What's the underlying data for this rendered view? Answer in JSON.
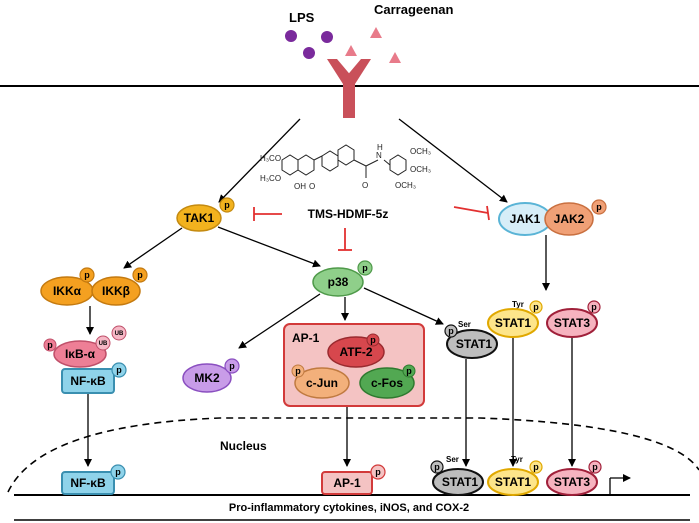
{
  "ligands": {
    "lps": "LPS",
    "carrageenan": "Carrageenan"
  },
  "drug": "TMS-HDMF-5z",
  "structure_text": {
    "n": "N",
    "h": "H",
    "o": "O",
    "h3co": "H₃CO",
    "och3": "OCH₃",
    "oh": "OH"
  },
  "nodes": {
    "tak1": "TAK1",
    "jak1": "JAK1",
    "jak2": "JAK2",
    "ikka": "IKKα",
    "ikkb": "IKKβ",
    "ikba": "IκB-α",
    "nfkb": "NF-κB",
    "nfkb_nuclear": "NF-κB",
    "p38": "p38",
    "mk2": "MK2",
    "ap1_group": "AP-1",
    "atf2": "ATF-2",
    "cjun": "c-Jun",
    "cfos": "c-Fos",
    "ap1_nuclear": "AP-1",
    "stat1_ser": "STAT1",
    "stat1_tyr": "STAT1",
    "stat3": "STAT3",
    "stat1_ser_nuclear": "STAT1",
    "stat1_tyr_nuclear": "STAT1",
    "stat3_nuclear": "STAT3"
  },
  "modifications": {
    "p": "p",
    "ub": "UB",
    "ser": "Ser",
    "tyr": "Tyr"
  },
  "nucleus_label": "Nucleus",
  "output_label": "Pro-inflammatory cytokines, iNOS, and COX-2",
  "colors": {
    "tak1": "#f2b21e",
    "ikk": "#f4a020",
    "ikba": "#ee7f96",
    "nfkb": "#8fd3ea",
    "p38": "#8fcf8a",
    "mk2": "#c89ce8",
    "ap1_box": "#f4c3c3",
    "atf2": "#d7474d",
    "cjun": "#f3b07b",
    "cfos": "#52a852",
    "jak1": "#d7eef8",
    "jak2": "#f0a076",
    "stat1_ser": "#bdbdbd",
    "stat1_tyr": "#fde58a",
    "stat3": "#f6b3bf",
    "receptor": "#c9505a",
    "inhibitor": "#e23030"
  }
}
